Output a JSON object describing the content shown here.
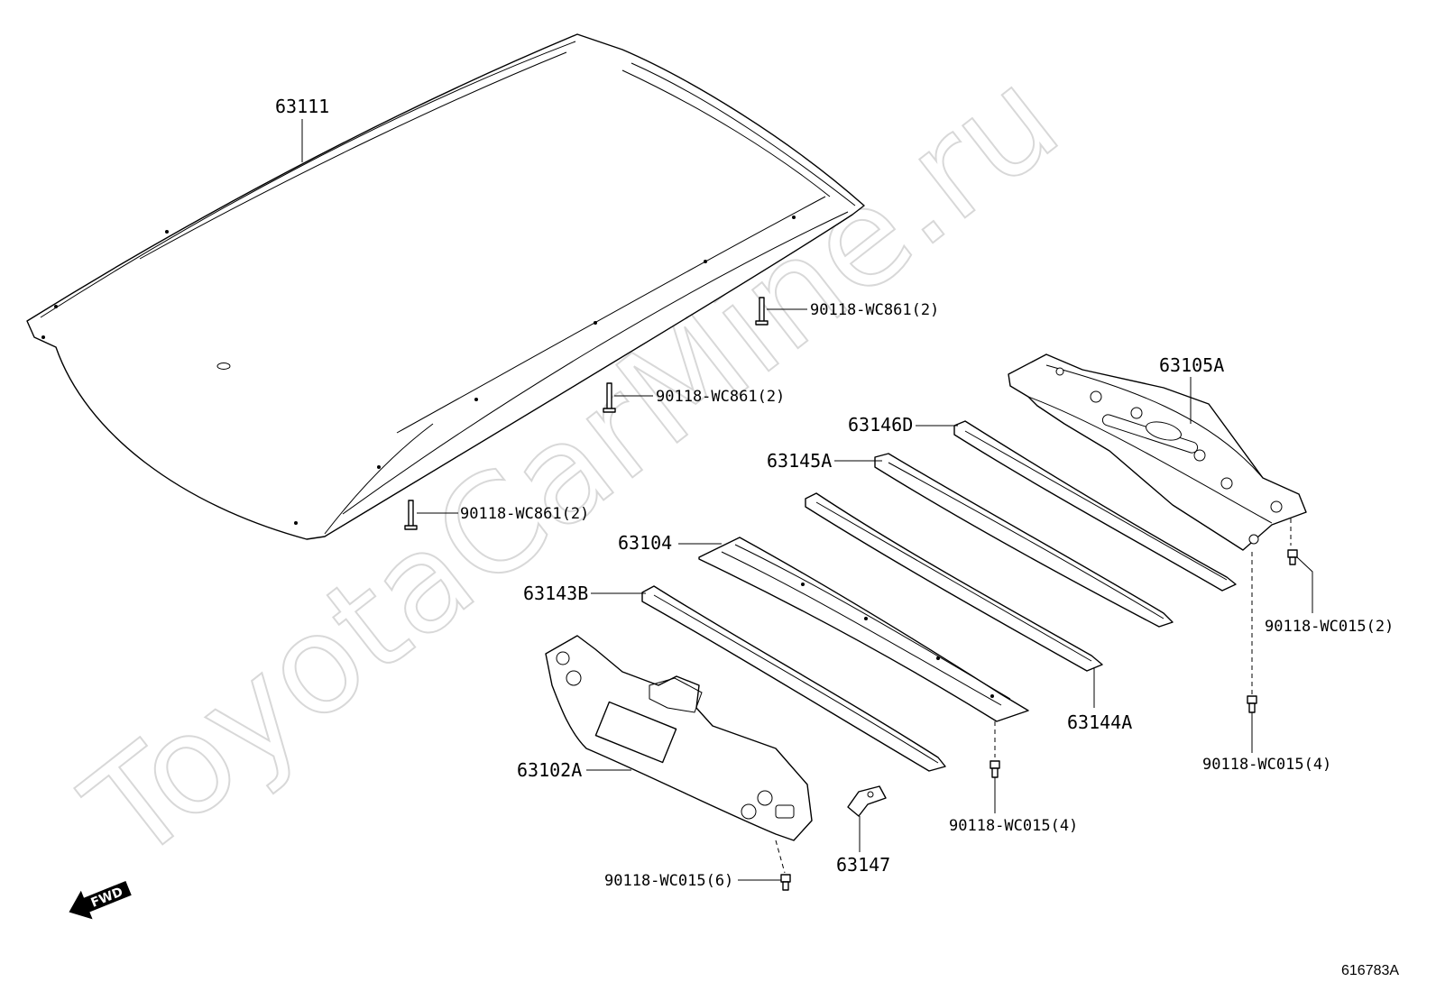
{
  "watermark": "ToyotaCarMine.ru",
  "diagram_ref": "616783A",
  "fwd_label": "FWD",
  "parts": {
    "roof_panel": "63111",
    "panel_63105A": "63105A",
    "rail_63146D": "63146D",
    "rail_63145A": "63145A",
    "rail_63104": "63104",
    "rail_63143B": "63143B",
    "rail_63144A": "63144A",
    "panel_63102A": "63102A",
    "bracket_63147": "63147"
  },
  "fasteners": {
    "wc861_a": "90118-WC861(2)",
    "wc861_b": "90118-WC861(2)",
    "wc861_c": "90118-WC861(2)",
    "wc015_2": "90118-WC015(2)",
    "wc015_4_right": "90118-WC015(4)",
    "wc015_4_mid": "90118-WC015(4)",
    "wc015_6": "90118-WC015(6)"
  }
}
